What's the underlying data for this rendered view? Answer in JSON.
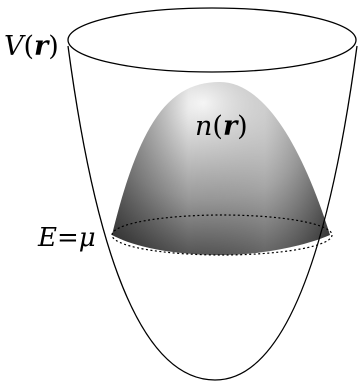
{
  "labels": {
    "potential": {
      "letter": "V",
      "open": "(",
      "arg": "r",
      "close": ")"
    },
    "density": {
      "letter": "n",
      "open": "(",
      "arg": "r",
      "close": ")"
    },
    "energy": {
      "text": "E=μ"
    }
  }
}
